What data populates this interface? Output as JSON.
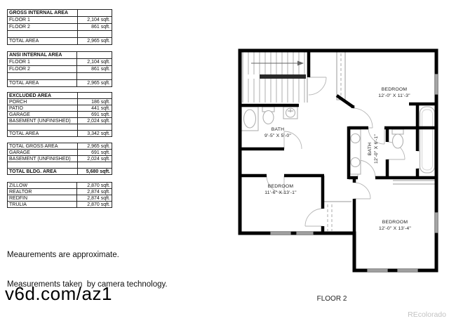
{
  "area_tables": [
    {
      "name": "gross-internal-area",
      "rows": [
        {
          "label": "GROSS INTERNAL AREA",
          "value": ""
        },
        {
          "label": "FLOOR 1",
          "value": "2,104 sqft."
        },
        {
          "label": "FLOOR 2",
          "value": "861 sqft."
        },
        {
          "label": "",
          "value": ""
        },
        {
          "label": "TOTAL AREA",
          "value": "2,965 sqft."
        }
      ]
    },
    {
      "name": "ansi-internal-area",
      "rows": [
        {
          "label": "ANSI INTERNAL AREA",
          "value": ""
        },
        {
          "label": "FLOOR 1",
          "value": "2,104 sqft."
        },
        {
          "label": "FLOOR 2",
          "value": "861 sqft."
        },
        {
          "label": "",
          "value": ""
        },
        {
          "label": "TOTAL AREA",
          "value": "2,965 sqft."
        }
      ]
    },
    {
      "name": "excluded-area",
      "rows": [
        {
          "label": "EXCLUDED AREA",
          "value": ""
        },
        {
          "label": "PORCH",
          "value": "186 sqft."
        },
        {
          "label": "PATIO",
          "value": "441 sqft."
        },
        {
          "label": "GARAGE",
          "value": "691 sqft."
        },
        {
          "label": "BASEMENT (UNFINISHED)",
          "value": "2,024 sqft."
        },
        {
          "label": "",
          "value": ""
        },
        {
          "label": "TOTAL AREA",
          "value": "3,342 sqft."
        }
      ]
    },
    {
      "name": "building-totals",
      "rows": [
        {
          "label": "TOTAL GROSS AREA",
          "value": "2,965 sqft."
        },
        {
          "label": "GARAGE",
          "value": "691 sqft."
        },
        {
          "label": "BASEMENT (UNFINISHED)",
          "value": "2,024 sqft."
        },
        {
          "label": "",
          "value": ""
        },
        {
          "label": "TOTAL BLDG. AREA",
          "value": "5,680 sqft."
        }
      ]
    },
    {
      "name": "listing-sites",
      "rows": [
        {
          "label": "ZILLOW",
          "value": "2,870 sqft."
        },
        {
          "label": "REALTOR",
          "value": "2,874 sqft."
        },
        {
          "label": "REDFIN",
          "value": "2,874 sqft."
        },
        {
          "label": "TRULIA",
          "value": "2,870 sqft."
        }
      ]
    }
  ],
  "notes": {
    "line1": "Meaurements are approximate.",
    "line2": "Measurements taken  by camera technology."
  },
  "url_label": "v6d.com/az1",
  "plan": {
    "caption": "FLOOR 2",
    "watermark": "REcolorado",
    "rooms": [
      {
        "id": "bedroom-1",
        "name": "BEDROOM",
        "dims": "12'-0\" X 11'-3\""
      },
      {
        "id": "bath-1",
        "name": "BATH",
        "dims": "9'-5\" X 5'-0\""
      },
      {
        "id": "bath-2",
        "name": "BATH",
        "dims": "12'-0\" X 6'-1\""
      },
      {
        "id": "bedroom-2",
        "name": "BEDROOM",
        "dims": "11'-6\" X 13'-1\""
      },
      {
        "id": "bedroom-3",
        "name": "BEDROOM",
        "dims": "12'-0\" X 13'-4\""
      }
    ]
  },
  "colors": {
    "wall": "#000000",
    "fixture": "#b0b0b0",
    "watermark": "#c2c2c2"
  }
}
